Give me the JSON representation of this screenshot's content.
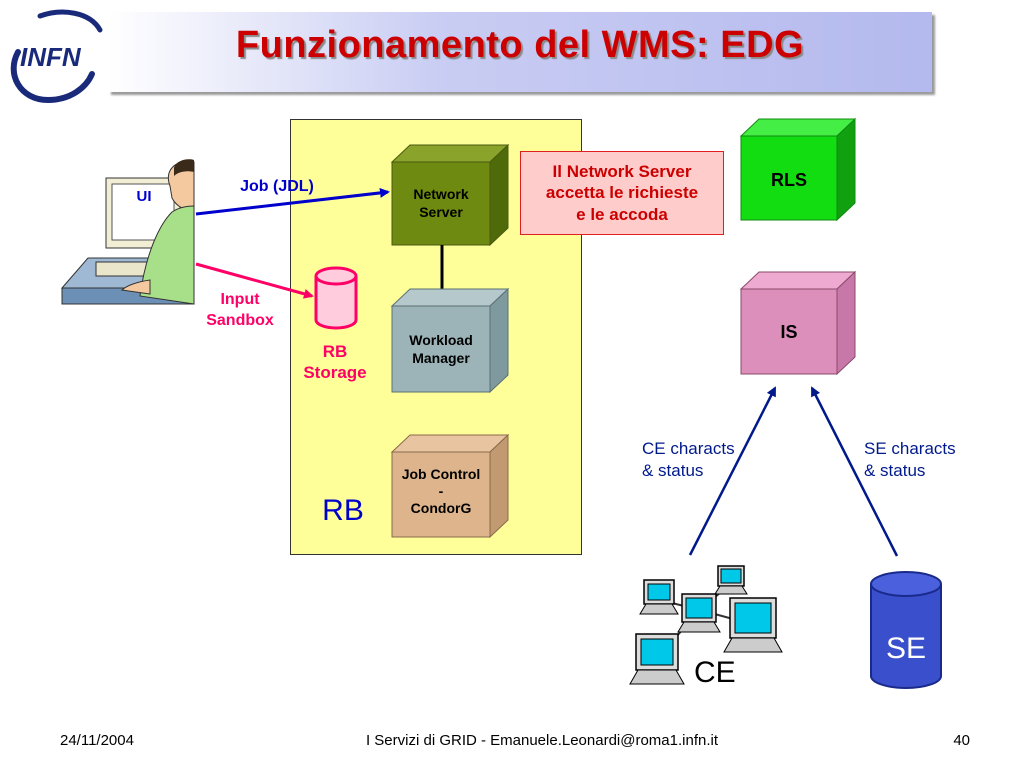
{
  "slide": {
    "title": "Funzionamento del WMS: EDG",
    "logo_text": "INFN",
    "slide_number": "40"
  },
  "diagram": {
    "ui_label": "UI",
    "job_jdl_label": "Job (JDL)",
    "input_sandbox_label": "Input\nSandbox",
    "rb_storage_label": "RB\nStorage",
    "network_server_label": "Network\nServer",
    "workload_manager_label": "Workload\nManager",
    "job_control_label": "Job Control\n-\nCondorG",
    "rb_label": "RB",
    "callout_text": "Il Network Server\naccetta le richieste\ne le accoda",
    "rls_label": "RLS",
    "is_label": "IS",
    "ce_characts_label": "CE characts\n& status",
    "se_characts_label": "SE characts\n& status",
    "ce_label": "CE",
    "se_label": "SE"
  },
  "footer": {
    "date": "24/11/2004",
    "center": "I Servizi di GRID - Emanuele.Leonardi@roma1.infn.it"
  },
  "colors": {
    "title_red": "#cc0000",
    "blue_arrow": "#0000cc",
    "pink_arrow": "#ff0066",
    "navy_arrow": "#001a8c",
    "rb_panel": "#ffff99"
  }
}
